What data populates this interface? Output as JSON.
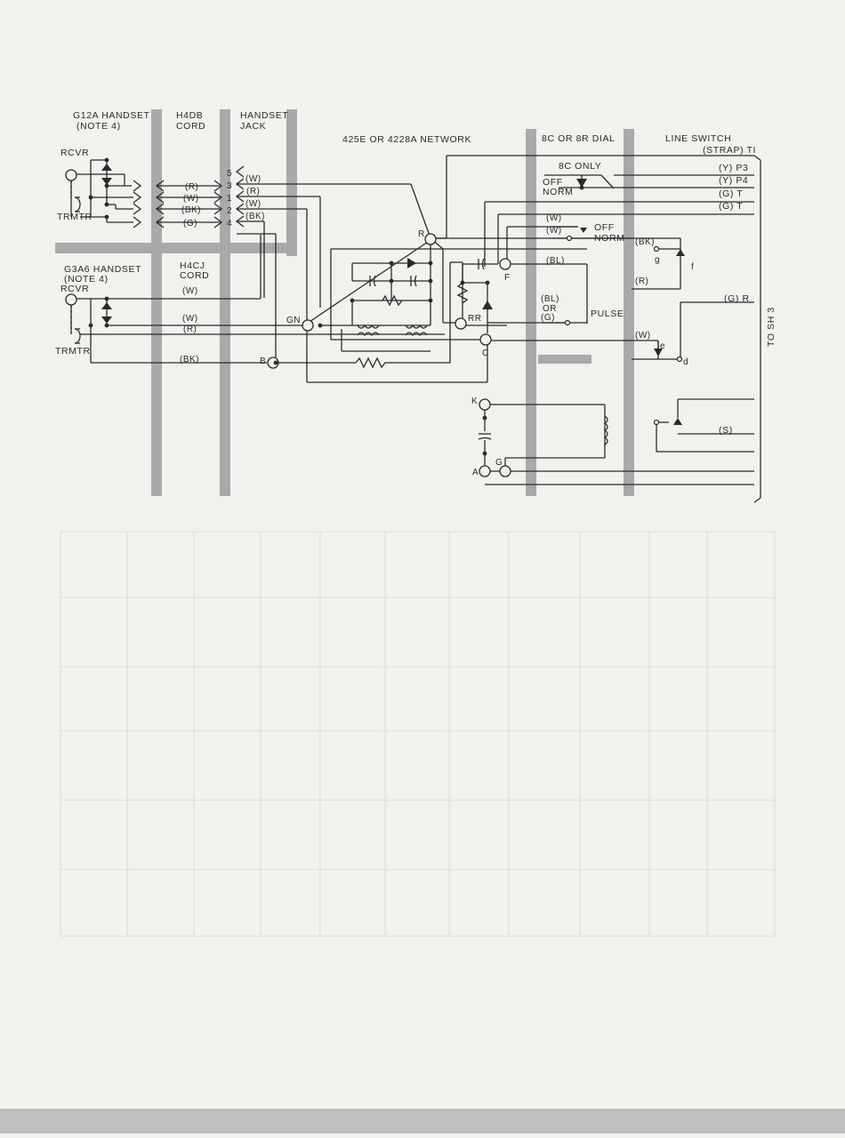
{
  "labels": {
    "g12a_handset": "G12A HANDSET",
    "g12a_note": "(NOTE 4)",
    "h4db": "H4DB",
    "h4db_cord": "CORD",
    "handset": "HANDSET",
    "jack": "JACK",
    "network": "425E OR 4228A NETWORK",
    "dial": "8C OR 8R DIAL",
    "line_switch": "LINE SWITCH",
    "rcvr_top": "RCVR",
    "trmtr_top": "TRMTR",
    "g3a6_handset": "G3A6 HANDSET",
    "g3a6_note": "(NOTE 4)",
    "h4cj": "H4CJ",
    "h4cj_cord": "CORD",
    "rcvr_bottom": "RCVR",
    "trmtr_bottom": "TRMTR",
    "to_sh3": "TO SH 3",
    "strap_t1": "(STRAP) TI",
    "y_p3": "(Y) P3",
    "y_p4": "(Y) P4",
    "g_t1": "(G)  T",
    "g_t2": "(G)  T",
    "c8_only": "8C ONLY",
    "off1": "OFF",
    "norm1": "NORM",
    "off2": "OFF",
    "norm2": "NORM",
    "pulse": "PULSE",
    "cord_r": "(R)",
    "cord_w": "(W)",
    "cord_bk": "(BK)",
    "cord_g": "(G)",
    "jack_5": "5",
    "jack_3": "3",
    "jack_1": "1",
    "jack_2": "2",
    "jack_4": "4",
    "jack_w": "(W)",
    "jack_r": "(R)",
    "jack_w2": "(W)",
    "jack_bk": "(BK)",
    "h4cj_w": "(W)",
    "h4cj_w2": "(W)",
    "h4cj_r": "(R)",
    "h4cj_bk": "(BK)",
    "dial_w1": "(W)",
    "dial_w2": "(W)",
    "dial_bl": "(BL)",
    "dial_bl2": "(BL)",
    "dial_or": "OR",
    "dial_g": "(G)",
    "ls_bk": "(BK)",
    "ls_r": "(R)",
    "ls_w": "(W)",
    "ls_gr": "(G) R",
    "ls_s": "(S)",
    "ls_g": "g",
    "ls_f": "f",
    "ls_e": "e",
    "ls_d": "d",
    "t_r": "R",
    "t_f": "F",
    "t_gn": "GN",
    "t_rr": "RR",
    "t_c": "C",
    "t_b": "B",
    "t_k": "K",
    "t_g": "G",
    "t_a": "A"
  }
}
